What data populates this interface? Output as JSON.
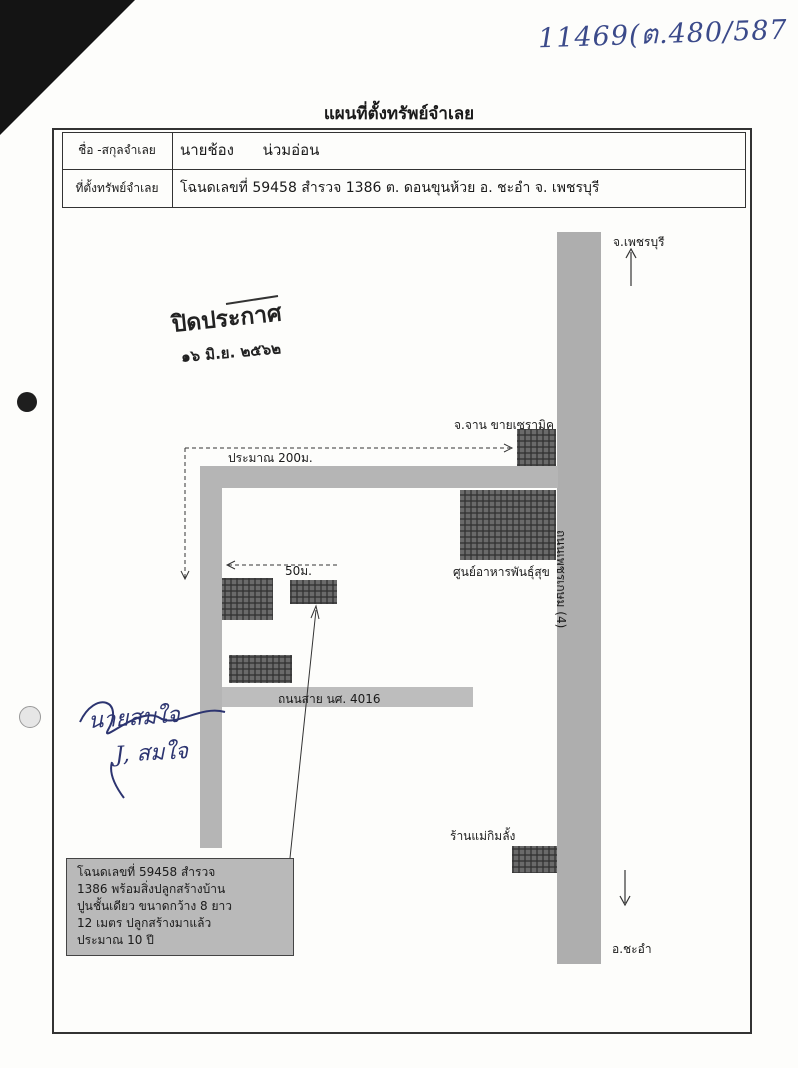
{
  "handwritten_number": "11469(ต.480/587",
  "title": "แผนที่ตั้งทรัพย์จำเลย",
  "info_table": {
    "name_label": "ชื่อ -สกุลจำเลย",
    "name_value": "นายช้อง      น่วมอ่อน",
    "location_label": "ที่ตั้งทรัพย์จำเลย",
    "location_value": "โฉนดเลขที่ 59458  สำรวจ 1386 ต. ดอนขุนห้วย  อ. ชะอำ  จ. เพชรบุรี"
  },
  "stamp": {
    "line1": "ปิดประกาศ",
    "line2": "๑๖ มิ.ย. ๒๕๖๒"
  },
  "map": {
    "highway_label": "ถนนเพชรเกษม (4)",
    "road_label": "ถนนสาย นศ. 4016",
    "north_label": "จ.เพชรบุรี",
    "south_label": "อ.ชะอำ",
    "distance_200": "ประมาณ 200ม.",
    "distance_50": "50ม.",
    "landmarks": {
      "ceramic": "จ.จาน ขายเซรามิค",
      "food_center": "ศูนย์อาหารพันธุ์สุข",
      "shop": "ร้านแม่กิมลั้ง"
    },
    "note": {
      "line1": "โฉนดเลขที่  59458  สำรวจ",
      "line2": "1386 พร้อมสิ่งปลูกสร้างบ้าน",
      "line3": "ปูนชั้นเดียว  ขนาดกว้าง 8 ยาว",
      "line4": "12 เมตร ปลูกสร้างมาแล้ว",
      "line5": "ประมาณ 10 ปี"
    }
  },
  "signature": {
    "line1": "นายสมใจ",
    "line2": "J, สมใจ"
  },
  "colors": {
    "road": "#b3b3b3",
    "building": "#5a5a5a",
    "ink_blue": "#3b4a8a"
  }
}
